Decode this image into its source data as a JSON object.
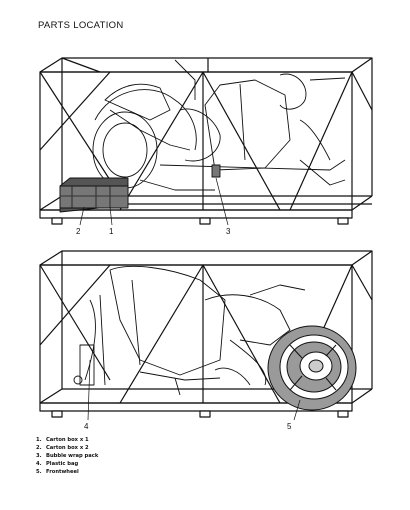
{
  "title": "PARTS LOCATION",
  "figure_top": {
    "callouts": [
      "2",
      "1",
      "3"
    ]
  },
  "figure_bottom": {
    "callouts": [
      "4",
      "5"
    ]
  },
  "legend": [
    {
      "num": "1.",
      "label": "Carton box x 1"
    },
    {
      "num": "2.",
      "label": "Carton box x 2"
    },
    {
      "num": "3.",
      "label": "Bubble wrap pack"
    },
    {
      "num": "4.",
      "label": "Plastic bag"
    },
    {
      "num": "5.",
      "label": "Frontwheel"
    }
  ],
  "colors": {
    "line": "#111111",
    "carton_dark": "#555555",
    "carton_mid": "#777777",
    "wheel_gray": "#9a9a9a"
  }
}
